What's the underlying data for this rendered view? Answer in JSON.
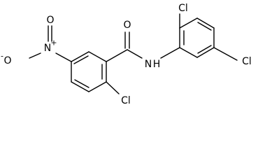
{
  "structure": {
    "atom_labels": {
      "cl_top": "Cl",
      "cl_right": "Cl",
      "cl_bottom": "Cl",
      "carbonyl_oxygen": "O",
      "amide_nitrogen": "N",
      "amide_hydrogen": "H",
      "nitro_nitrogen": "N",
      "nitro_plus": "+",
      "nitro_oxygen_top": "O",
      "nitro_oxygen_left": "O",
      "nitro_minus": "-"
    },
    "colors": {
      "bond": "#000000",
      "label": "#000000",
      "background": "#ffffff"
    }
  }
}
